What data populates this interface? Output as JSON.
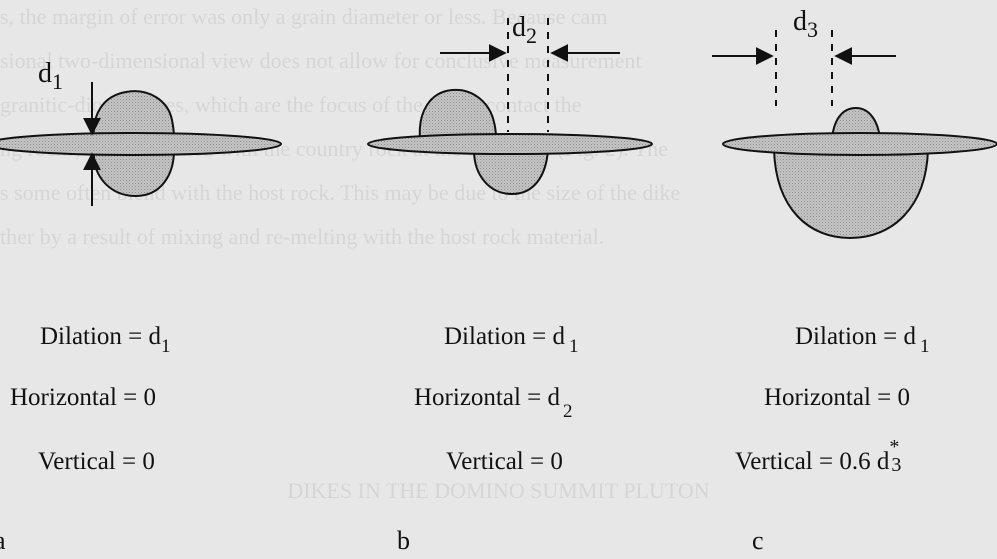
{
  "background_text": {
    "lines": [
      "s, the margin of error was only a grain diameter or less. Because cam",
      "sional two-dimensional view does not allow for conclusive measurement",
      "granitic-diorite dikes, which are the focus of the study, contact the",
      "ng rocks, are often lined with the country rock at the crack tips (Fig. 2). The",
      "s some often blend with the host rock. This may be due to the size of the dike",
      "ther by a result of mixing and re-melting with the host rock material."
    ],
    "title": "DIKES IN THE DOMINO SUMMIT PLUTON"
  },
  "diagram": {
    "colors": {
      "fill": "#b9b9b9",
      "stroke": "#111111",
      "background": "#e7e7e7"
    },
    "panels": [
      {
        "id": "a",
        "dim_symbol": "d",
        "dim_sub": "1",
        "dilation": {
          "label": "Dilation = d",
          "sub": "1"
        },
        "horizontal": {
          "label": "Horizontal = 0",
          "sub": ""
        },
        "vertical": {
          "label": "Vertical = 0",
          "sup": "",
          "sub": ""
        },
        "letter": "a"
      },
      {
        "id": "b",
        "dim_symbol": "d",
        "dim_sub": "2",
        "dilation": {
          "label": "Dilation = d",
          "sub": "1"
        },
        "horizontal": {
          "label": "Horizontal = d",
          "sub": "2"
        },
        "vertical": {
          "label": "Vertical = 0",
          "sup": "",
          "sub": ""
        },
        "letter": "b"
      },
      {
        "id": "c",
        "dim_symbol": "d",
        "dim_sub": "3",
        "dilation": {
          "label": "Dilation = d",
          "sub": "1"
        },
        "horizontal": {
          "label": "Horizontal = 0",
          "sub": ""
        },
        "vertical": {
          "label": "Vertical = 0.6 d",
          "sup": "*",
          "sub": "3"
        },
        "letter": "c"
      }
    ]
  }
}
